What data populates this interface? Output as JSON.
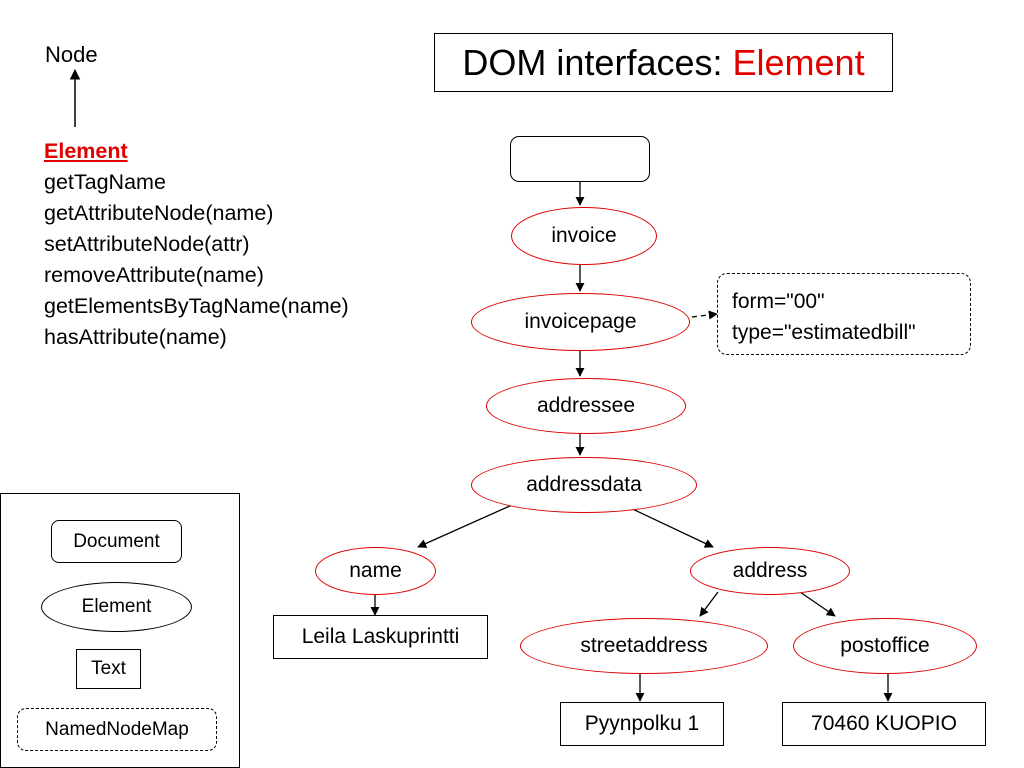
{
  "title": {
    "prefix": "DOM interfaces:",
    "highlight": "Element"
  },
  "hierarchy": {
    "parent": "Node"
  },
  "interface": {
    "name": "Element",
    "methods": [
      "getTagName",
      "getAttributeNode(name)",
      "setAttributeNode(attr)",
      "removeAttribute(name)",
      "getElementsByTagName(name)",
      "hasAttribute(name)"
    ]
  },
  "tree": {
    "document": "",
    "invoice": "invoice",
    "invoicepage": "invoicepage",
    "attributes": [
      "form=\"00\"",
      "type=\"estimatedbill\""
    ],
    "addressee": "addressee",
    "addressdata": "addressdata",
    "name": "name",
    "name_text": "Leila Laskuprintti",
    "address": "address",
    "streetaddress": "streetaddress",
    "street_text": "Pyynpolku 1",
    "postoffice": "postoffice",
    "postoffice_text": "70460 KUOPIO"
  },
  "legend": {
    "document": "Document",
    "element": "Element",
    "text": "Text",
    "namednodemap": "NamedNodeMap"
  },
  "colors": {
    "accent": "#e00000",
    "element_border": "#dd0000",
    "line": "#000000"
  }
}
